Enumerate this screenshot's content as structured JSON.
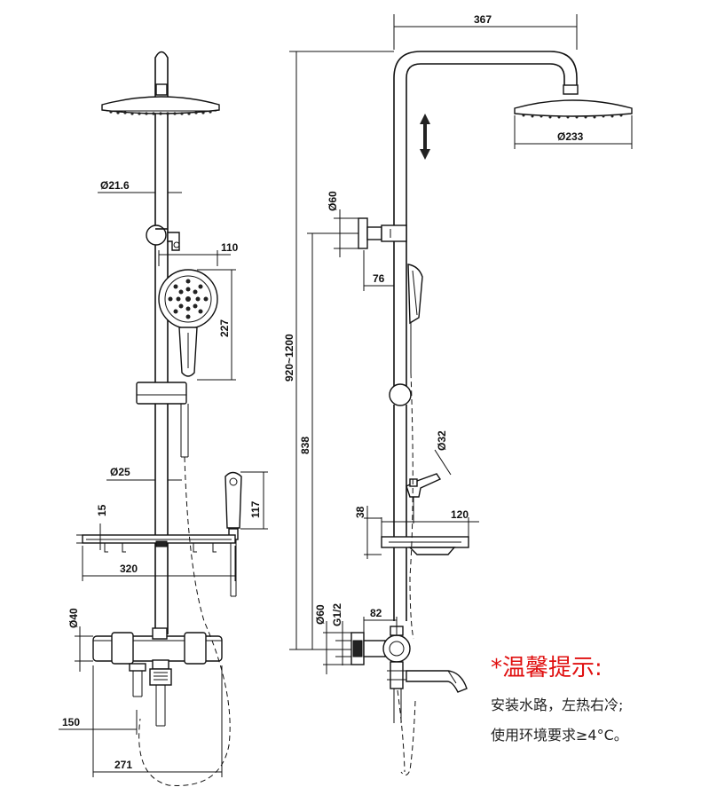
{
  "dimensions": {
    "head_pipe_dia": "Ø21.6",
    "hand_shower_width": "110",
    "hand_shower_height": "227",
    "bar_dia": "Ø25",
    "bidet_height": "117",
    "shelf_height": "15",
    "shelf_width": "320",
    "mixer_dia": "Ø40",
    "outlet_offset": "150",
    "mixer_depth": "271",
    "arm_reach": "367",
    "head_dia": "Ø233",
    "holder_dia": "Ø60",
    "holder_depth": "76",
    "total_height": "920~1200",
    "bracket_height": "838",
    "bidet_dia": "Ø32",
    "shelf_thickness": "38",
    "shelf_depth": "120",
    "wall_plate_dia": "Ø60",
    "thread": "G1/2",
    "connector_depth": "82"
  },
  "note": {
    "title": "*温馨提示:",
    "line1": "安装水路，左热右冷;",
    "line2": "使用环境要求≥4°C。"
  }
}
